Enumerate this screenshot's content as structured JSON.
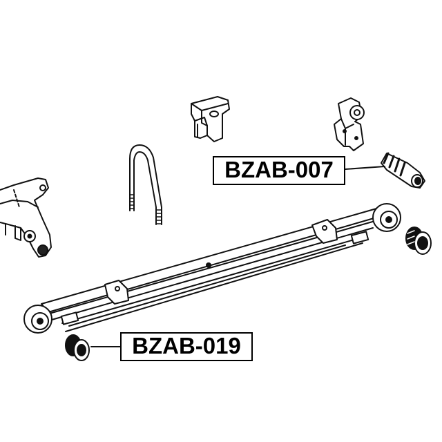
{
  "diagram": {
    "type": "exploded-parts-diagram",
    "subject": "rear leaf spring suspension assembly",
    "parts": [
      {
        "id": "bracket",
        "name": "Leaf spring hanger bracket"
      },
      {
        "id": "u-bolt",
        "name": "U-bolt"
      },
      {
        "id": "spring-seat",
        "name": "Spring seat / bumper"
      },
      {
        "id": "shackle",
        "name": "Spring shackle"
      },
      {
        "id": "shackle-pin-bushing",
        "name": "Shackle bushing",
        "label": "BZAB-007"
      },
      {
        "id": "leaf-spring",
        "name": "Leaf spring"
      },
      {
        "id": "rear-eye-bushing",
        "name": "Spring eye bushing (rear)"
      },
      {
        "id": "front-eye-bushing",
        "name": "Spring eye bushing (front)",
        "label": "BZAB-019"
      }
    ]
  },
  "labels": {
    "upper": "BZAB-007",
    "lower": "BZAB-019"
  },
  "colors": {
    "line": "#111111",
    "background": "#ffffff",
    "label_border": "#000000"
  }
}
